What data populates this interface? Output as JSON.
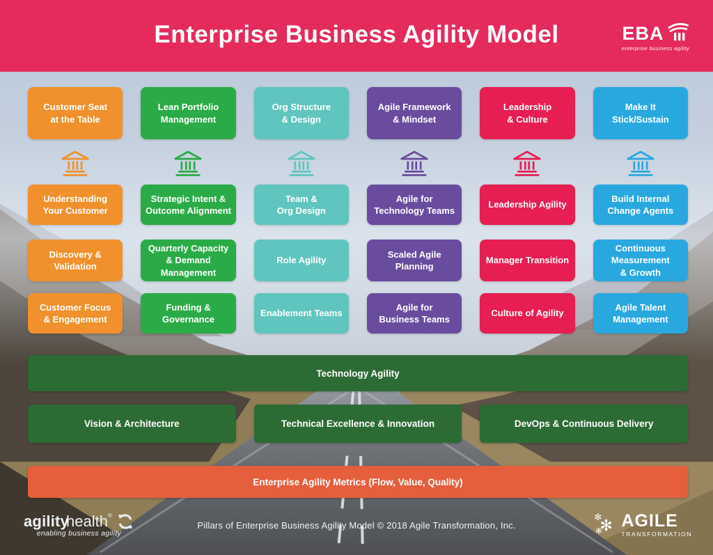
{
  "header": {
    "title": "Enterprise Business Agility Model",
    "bg_color": "#e52a5c",
    "logo": {
      "text": "EBA",
      "tagline": "enterprise business agility"
    }
  },
  "pillars": {
    "columns": [
      {
        "name": "customer-seat-at-the-table",
        "color": "#f0912e",
        "header": "Customer Seat\nat the Table",
        "items": [
          "Understanding\nYour Customer",
          "Discovery &\nValidation",
          "Customer Focus\n& Engagement"
        ]
      },
      {
        "name": "lean-portfolio-management",
        "color": "#2bab47",
        "header": "Lean Portfolio\nManagement",
        "items": [
          "Strategic Intent &\nOutcome Alignment",
          "Quarterly Capacity\n& Demand\nManagement",
          "Funding &\nGovernance"
        ]
      },
      {
        "name": "org-structure-and-design",
        "color": "#5fc5be",
        "header": "Org Structure\n& Design",
        "items": [
          "Team &\nOrg Design",
          "Role Agility",
          "Enablement Teams"
        ]
      },
      {
        "name": "agile-framework-and-mindset",
        "color": "#6a4c9e",
        "header": "Agile Framework\n& Mindset",
        "items": [
          "Agile for\nTechnology Teams",
          "Scaled Agile\nPlanning",
          "Agile for\nBusiness Teams"
        ]
      },
      {
        "name": "leadership-and-culture",
        "color": "#e61e51",
        "header": "Leadership\n& Culture",
        "items": [
          "Leadership Agility",
          "Manager Transition",
          "Culture of Agility"
        ]
      },
      {
        "name": "make-it-stick-sustain",
        "color": "#29a8e0",
        "header": "Make It\nStick/Sustain",
        "items": [
          "Build Internal\nChange Agents",
          "Continuous\nMeasurement\n& Growth",
          "Agile Talent\nManagement"
        ]
      }
    ]
  },
  "technology": {
    "color": "#2d6b35",
    "main": "Technology Agility",
    "sub": [
      "Vision & Architecture",
      "Technical Excellence & Innovation",
      "DevOps & Continuous Delivery"
    ]
  },
  "metrics": {
    "color": "#e55f3c",
    "label": "Enterprise Agility Metrics (Flow, Value, Quality)"
  },
  "footer": {
    "left_logo": {
      "bold": "agility",
      "light": "health",
      "tagline": "enabling business agility"
    },
    "center_text": "Pillars of Enterprise Business Agility Model © 2018 Agile Transformation, Inc.",
    "right_logo": {
      "line1": "AGILE",
      "line2": "TRANSFORMATION"
    }
  }
}
